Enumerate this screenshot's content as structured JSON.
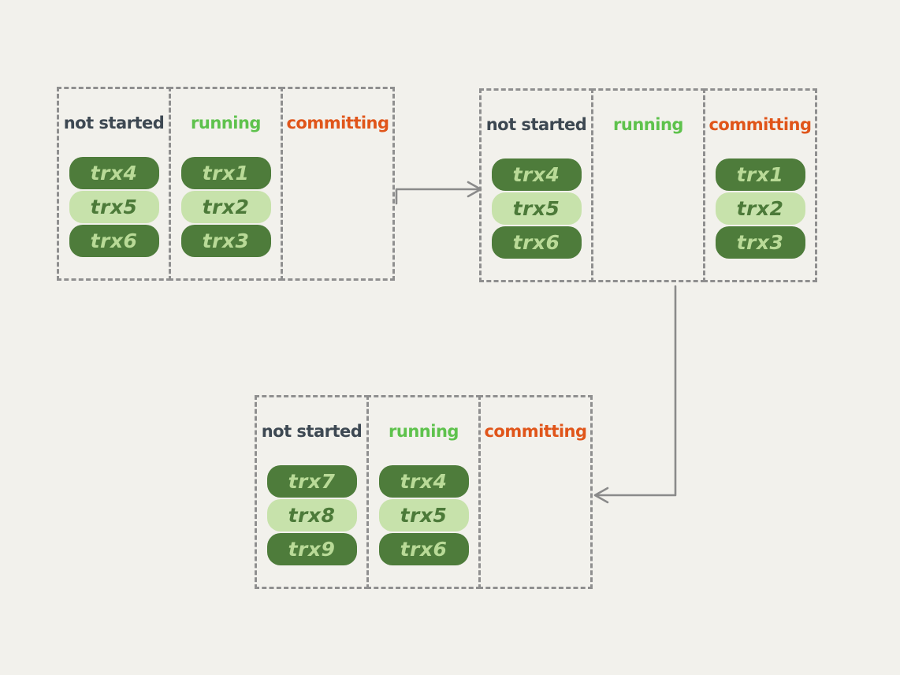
{
  "page": {
    "background": "#f2f1ec",
    "description": "transaction state lifecycle diagram"
  },
  "colors": {
    "state_not_started": "#3d4852",
    "state_running": "#5ec24c",
    "state_committing": "#e0551a",
    "pill_dark_bg": "#4e7c3b",
    "pill_dark_text": "#b9da97",
    "pill_light_bg": "#c7e2ab",
    "pill_light_text": "#4c7a39",
    "dashed_border": "#8f8f8f",
    "arrow": "#8a8a8a"
  },
  "stages": [
    {
      "name": "stage-1",
      "columns": [
        {
          "label": "not started",
          "pills": [
            "trx4",
            "trx5",
            "trx6"
          ]
        },
        {
          "label": "running",
          "pills": [
            "trx1",
            "trx2",
            "trx3"
          ]
        },
        {
          "label": "committing",
          "pills": []
        }
      ]
    },
    {
      "name": "stage-2",
      "columns": [
        {
          "label": "not started",
          "pills": [
            "trx4",
            "trx5",
            "trx6"
          ]
        },
        {
          "label": "running",
          "pills": []
        },
        {
          "label": "committing",
          "pills": [
            "trx1",
            "trx2",
            "trx3"
          ]
        }
      ]
    },
    {
      "name": "stage-3",
      "columns": [
        {
          "label": "not started",
          "pills": [
            "trx7",
            "trx8",
            "trx9"
          ]
        },
        {
          "label": "running",
          "pills": [
            "trx4",
            "trx5",
            "trx6"
          ]
        },
        {
          "label": "committing",
          "pills": []
        }
      ]
    }
  ],
  "arrows": [
    {
      "name": "stage1-to-stage2",
      "direction": "right"
    },
    {
      "name": "stage2-to-stage3",
      "direction": "down-then-left"
    }
  ]
}
